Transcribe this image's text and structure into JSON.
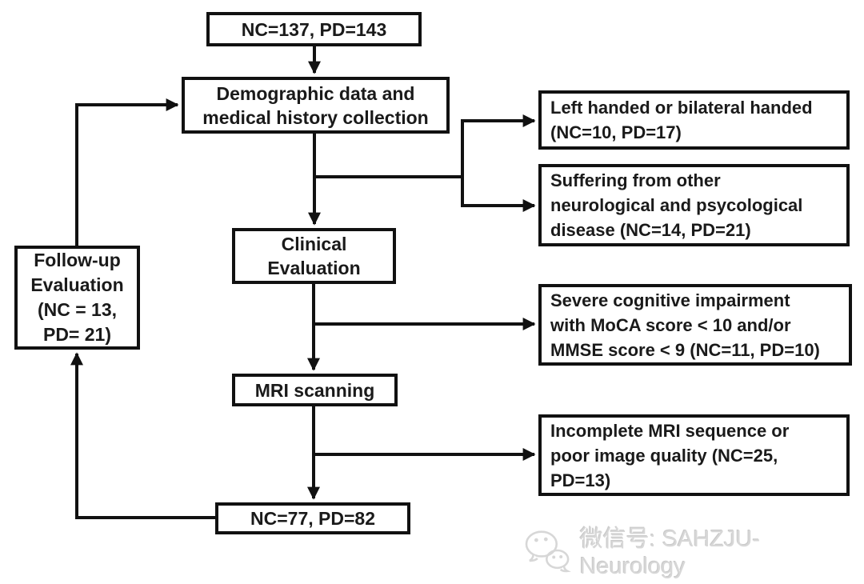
{
  "flow": {
    "start": "NC=137, PD=143",
    "demographic": "Demographic data and\nmedical history collection",
    "clinical": "Clinical\nEvaluation",
    "mri": "MRI scanning",
    "final": "NC=77, PD=82",
    "followup": "Follow-up\nEvaluation\n(NC = 13,\nPD= 21)"
  },
  "exclusions": [
    "Left handed or bilateral handed\n(NC=10, PD=17)",
    "Suffering from other\nneurological and psycological\ndisease (NC=14, PD=21)",
    "Severe cognitive impairment\nwith MoCA score < 10 and/or\nMMSE score < 9 (NC=11, PD=10)",
    "Incomplete MRI sequence or\npoor image quality (NC=25,\nPD=13)"
  ],
  "watermark": {
    "icon": "wechat-icon",
    "text": "微信号: SAHZJU-Neurology"
  },
  "colors": {
    "line": "#111111",
    "text": "#1a1a1a",
    "watermark_gray": "#d7d7d7",
    "background": "#ffffff"
  }
}
